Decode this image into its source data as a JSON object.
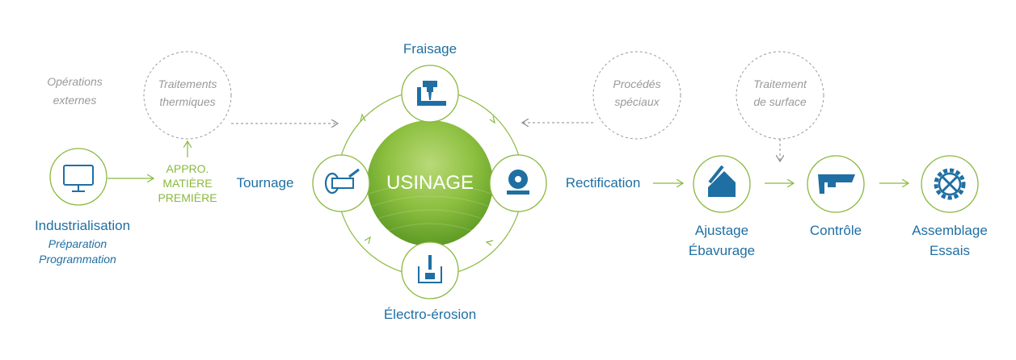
{
  "center_label": "USINAGE",
  "colors": {
    "green": "#8ab93f",
    "blue": "#1f6fa3",
    "grey": "#9a9a9a"
  },
  "machining": {
    "top": "Fraisage",
    "left": "Tournage",
    "right": "Rectification",
    "bottom": "Électro-érosion"
  },
  "industrialisation": {
    "title": "Industrialisation",
    "line1": "Préparation",
    "line2": "Programmation"
  },
  "externes": {
    "line1": "Opérations",
    "line2": "externes"
  },
  "traitements": {
    "line1": "Traitements",
    "line2": "thermiques"
  },
  "appro": {
    "line1": "APPRO.",
    "line2": "MATIÈRE",
    "line3": "PREMIÈRE"
  },
  "speciaux": {
    "line1": "Procédés",
    "line2": "spéciaux"
  },
  "surface": {
    "line1": "Traitement",
    "line2": "de surface"
  },
  "ajustage": {
    "line1": "Ajustage",
    "line2": "Ébavurage"
  },
  "controle": {
    "line1": "Contrôle"
  },
  "assemblage": {
    "line1": "Assemblage",
    "line2": "Essais"
  },
  "icons": [
    "monitor-icon",
    "milling-icon",
    "lathe-icon",
    "grinding-wheel-icon",
    "edm-icon",
    "deburring-icon",
    "caliper-icon",
    "gear-wrench-icon"
  ]
}
